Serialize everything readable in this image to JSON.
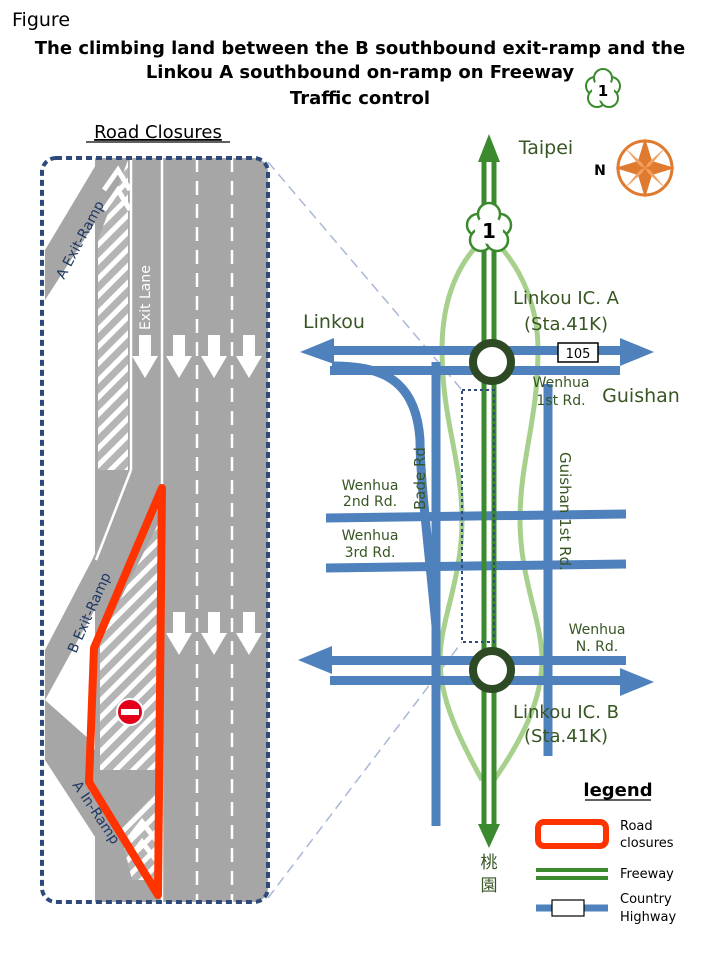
{
  "header": {
    "figure_label": "Figure",
    "title_line1": "The climbing land between the B southbound exit-ramp and the",
    "title_line2": "Linkou A southbound on-ramp on Freeway",
    "title_line3": "Traffic control",
    "freeway_badge": "1"
  },
  "left_panel": {
    "heading": "Road Closures",
    "a_exit_ramp": "A Exit-Ramp",
    "exit_lane": "Exit Lane",
    "b_exit_ramp": "B Exit-Ramp",
    "a_in_ramp": "A In-Ramp"
  },
  "map": {
    "north": "N",
    "taipei": "Taipei",
    "freeway_shield": "1",
    "linkou": "Linkou",
    "linkou_ic_a_line1": "Linkou IC. A",
    "linkou_ic_a_line2": "(Sta.41K)",
    "route_105": "105",
    "wenhua_1st_line1": "Wenhua",
    "wenhua_1st_line2": "1st Rd.",
    "guishan": "Guishan",
    "bade_rd": "Bade Rd",
    "wenhua_2nd_line1": "Wenhua",
    "wenhua_2nd_line2": "2nd Rd.",
    "wenhua_3rd_line1": "Wenhua",
    "wenhua_3rd_line2": "3rd Rd.",
    "guishan_1st_rd": "Guishan 1st Rd.",
    "wenhua_n_line1": "Wenhua",
    "wenhua_n_line2": "N. Rd.",
    "linkou_ic_b_line1": "Linkou IC. B",
    "linkou_ic_b_line2": "(Sta.41K)",
    "taoyuan_char1": "桃",
    "taoyuan_char2": "園"
  },
  "legend": {
    "title": "legend",
    "road_closures_line1": "Road",
    "road_closures_line2": "closures",
    "freeway": "Freeway",
    "country_highway_line1": "Country",
    "country_highway_line2": "Highway"
  },
  "colors": {
    "closure_red": "#ff3300",
    "freeway_green": "#3b8a2e",
    "ramp_light_green": "#a8d08d",
    "highway_blue": "#4f81bd",
    "road_gray": "#a6a6a6",
    "panel_border_navy": "#2f4a7a",
    "label_olive": "#375623",
    "label_blue": "#1f3864"
  }
}
